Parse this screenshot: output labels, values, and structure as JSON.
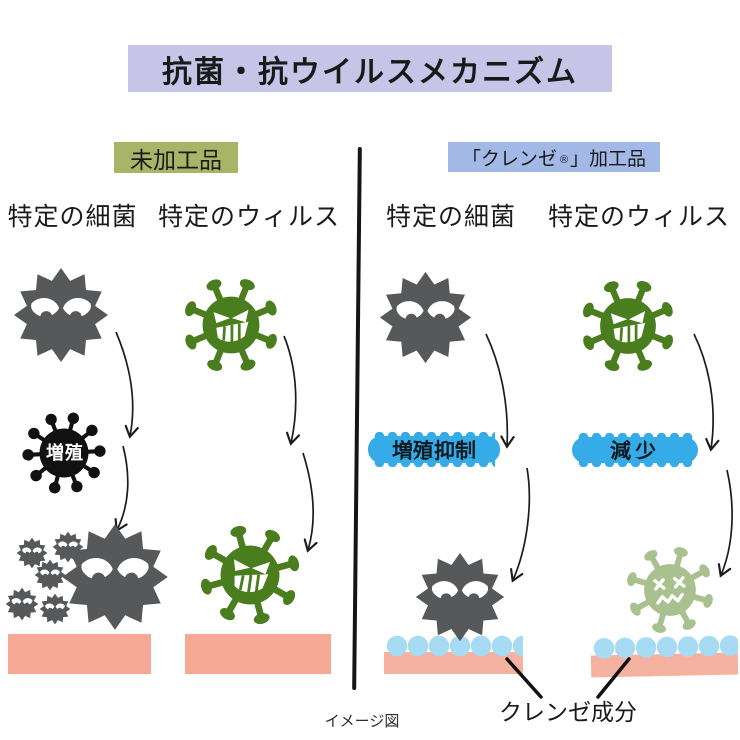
{
  "title": "抗菌・抗ウイルスメカニズム",
  "caption": "イメージ図",
  "left_panel": {
    "label": "未加工品",
    "bacteria_heading": "特定の細菌",
    "virus_heading": "特定のウィルス",
    "proliferation_badge": "増殖"
  },
  "right_panel": {
    "label_pre": "「クレンゼ",
    "label_reg": "®",
    "label_post": "」加工品",
    "bacteria_heading": "特定の細菌",
    "virus_heading": "特定のウィルス",
    "suppression_badge": "増殖抑制",
    "decrease_badge": "減少",
    "component_label": "クレンゼ成分"
  },
  "colors": {
    "title_bg": "#c7c4e7",
    "unprocessed_bg": "#a9b566",
    "processed_bg": "#a2b8e7",
    "bacteria_gray": "#57585a",
    "virus_green": "#4a7d1e",
    "black_virus": "#111111",
    "dead_virus_green": "#a9c08f",
    "surface_pink": "#f5a893",
    "surface_pink_light": "#f6b2a0",
    "component_blue": "#35ace8",
    "dot_blue": "#a7dbf3",
    "text_dark": "#1a1a1a"
  }
}
